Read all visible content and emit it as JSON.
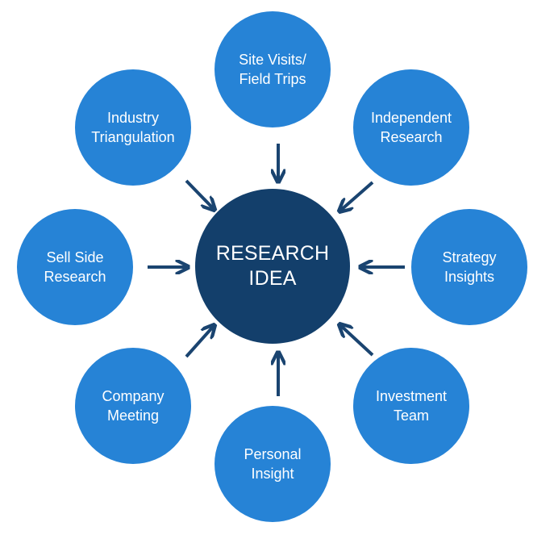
{
  "center": {
    "lines": [
      "RESEARCH",
      "IDEA"
    ],
    "color": "#133f6b"
  },
  "satellite_color": "#2683d6",
  "arrow_color": "#1a4470",
  "nodes": [
    {
      "id": "site-visits",
      "lines": [
        "Site Visits/",
        "Field Trips"
      ]
    },
    {
      "id": "independent-research",
      "lines": [
        "Independent",
        "Research"
      ]
    },
    {
      "id": "strategy-insights",
      "lines": [
        "Strategy",
        "Insights"
      ]
    },
    {
      "id": "investment-team",
      "lines": [
        "Investment",
        "Team"
      ]
    },
    {
      "id": "personal-insight",
      "lines": [
        "Personal",
        "Insight"
      ]
    },
    {
      "id": "company-meeting",
      "lines": [
        "Company",
        "Meeting"
      ]
    },
    {
      "id": "sell-side-research",
      "lines": [
        "Sell Side",
        "Research"
      ]
    },
    {
      "id": "industry-triangulation",
      "lines": [
        "Industry",
        "Triangulation"
      ]
    }
  ]
}
